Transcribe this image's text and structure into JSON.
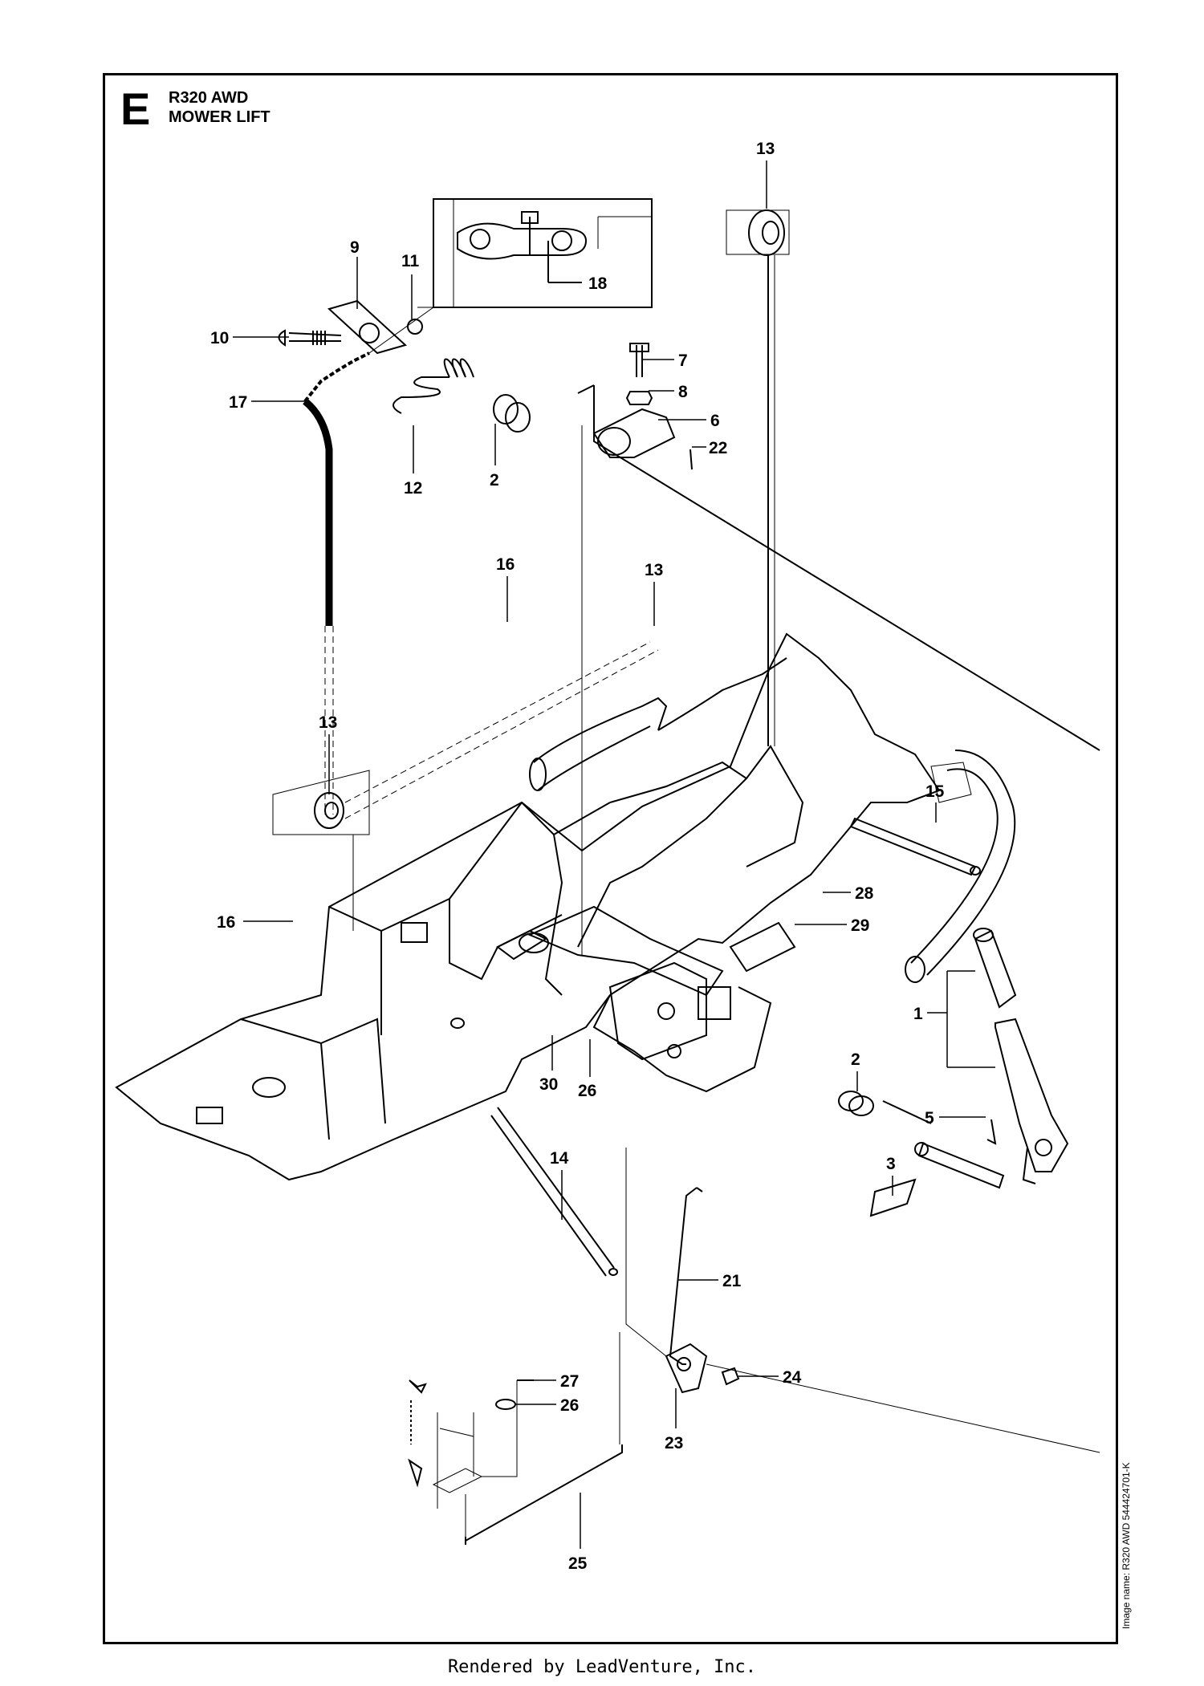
{
  "header": {
    "section_letter": "E",
    "model": "R320 AWD",
    "assembly": "MOWER LIFT"
  },
  "image_name": "Image name: R320 AWD 544424701-K",
  "footer": "Rendered by LeadVenture, Inc.",
  "callouts": {
    "c1": "1",
    "c2a": "2",
    "c2b": "2",
    "c3": "3",
    "c5": "5",
    "c6": "6",
    "c7": "7",
    "c8": "8",
    "c9": "9",
    "c10": "10",
    "c11": "11",
    "c12": "12",
    "c13a": "13",
    "c13b": "13",
    "c13c": "13",
    "c14": "14",
    "c15": "15",
    "c16a": "16",
    "c16b": "16",
    "c17": "17",
    "c18": "18",
    "c21": "21",
    "c22": "22",
    "c23": "23",
    "c24": "24",
    "c25": "25",
    "c26a": "26",
    "c26b": "26",
    "c27": "27",
    "c28": "28",
    "c29": "29",
    "c30": "30"
  }
}
